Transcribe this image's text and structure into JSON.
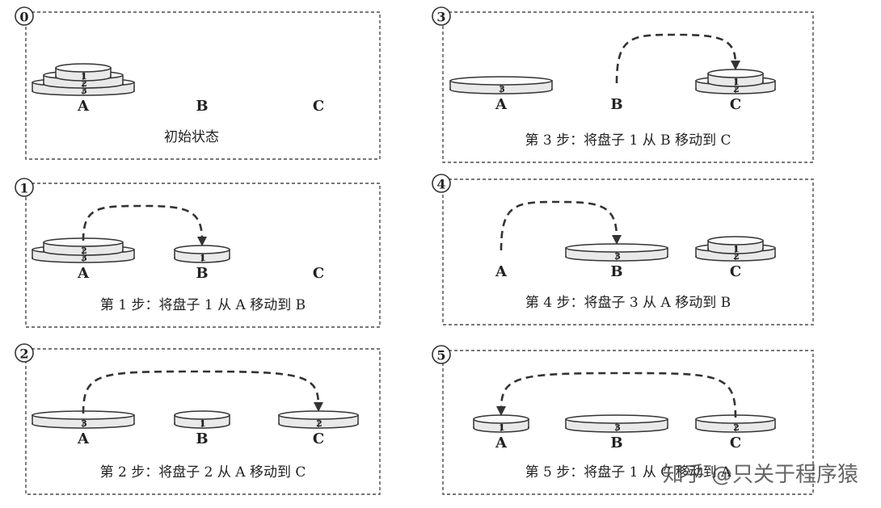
{
  "panels": [
    {
      "badge": "0",
      "caption": "初始状态",
      "pegs": [
        "A",
        "B",
        "C"
      ],
      "stacks": [
        [
          "3",
          "2",
          "1"
        ],
        [],
        []
      ],
      "move": null
    },
    {
      "badge": "1",
      "caption": "第 1 步：将盘子 1 从 A 移动到 B",
      "pegs": [
        "A",
        "B",
        "C"
      ],
      "stacks": [
        [
          "3",
          "2"
        ],
        [
          "1"
        ],
        []
      ],
      "move": {
        "from": 0,
        "to": 1
      }
    },
    {
      "badge": "2",
      "caption": "第 2 步：将盘子 2 从 A 移动到 C",
      "pegs": [
        "A",
        "B",
        "C"
      ],
      "stacks": [
        [
          "3"
        ],
        [
          "1"
        ],
        [
          "2"
        ]
      ],
      "move": {
        "from": 0,
        "to": 2
      }
    },
    {
      "badge": "3",
      "caption": "第 3 步：将盘子 1 从 B 移动到 C",
      "pegs": [
        "A",
        "B",
        "C"
      ],
      "stacks": [
        [
          "3"
        ],
        [],
        [
          "2",
          "1"
        ]
      ],
      "move": {
        "from": 1,
        "to": 2
      }
    },
    {
      "badge": "4",
      "caption": "第 4 步：将盘子 3 从 A 移动到 B",
      "pegs": [
        "A",
        "B",
        "C"
      ],
      "stacks": [
        [],
        [
          "3"
        ],
        [
          "2",
          "1"
        ]
      ],
      "move": {
        "from": 0,
        "to": 1
      }
    },
    {
      "badge": "5",
      "caption": "第 5 步：将盘子 1 从 C 移动到 A",
      "pegs": [
        "A",
        "B",
        "C"
      ],
      "stacks": [
        [
          "1"
        ],
        [
          "3"
        ],
        [
          "2"
        ]
      ],
      "move": {
        "from": 2,
        "to": 0
      }
    }
  ],
  "watermark": "知乎 @只关于程序猿"
}
